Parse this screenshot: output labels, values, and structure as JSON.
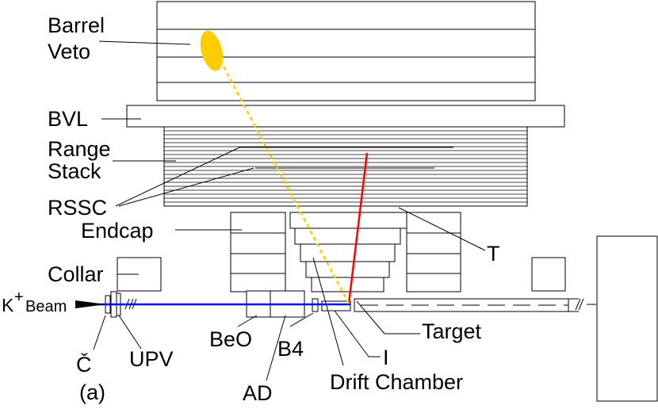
{
  "labels": {
    "barrel_veto_1": "Barrel",
    "barrel_veto_2": "Veto",
    "bvl": "BVL",
    "range_stack_1": "Range",
    "range_stack_2": "Stack",
    "rssc": "RSSC",
    "endcap": "Endcap",
    "collar": "Collar",
    "beam_k": "K",
    "beam_plus": "+",
    "beam_word": "Beam",
    "beo": "BeO",
    "b4": "B4",
    "ad": "AD",
    "cerenkov": "Č",
    "upv": "UPV",
    "panel": "(a)",
    "target": "Target",
    "i_counter": "I",
    "drift_chamber": "Drift Chamber",
    "t_counter": "T"
  },
  "colors": {
    "beam": "#0000ff",
    "track": "#ff0000",
    "photon": "#ffcc00",
    "veto_hit": "#ffcc00"
  }
}
